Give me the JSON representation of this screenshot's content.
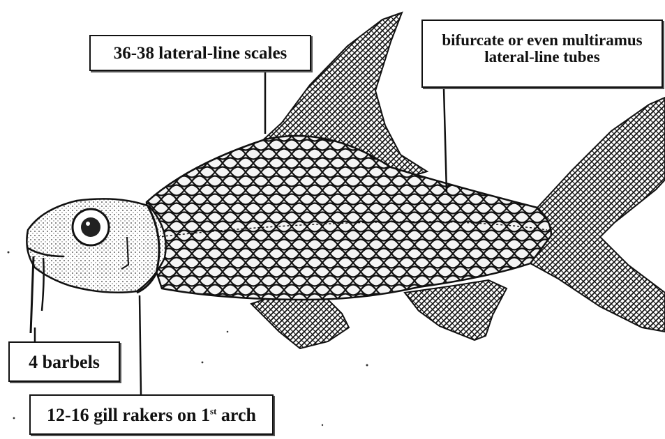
{
  "labels": {
    "scales": "36-38 lateral-line scales",
    "tubes_line1": "bifurcate or even multiramus",
    "tubes_line2": "lateral-line tubes",
    "barbels": "4 barbels",
    "rakers_prefix": "12-16 gill rakers on 1",
    "rakers_sup": "st",
    "rakers_suffix": " arch"
  },
  "colors": {
    "ink": "#111111",
    "background": "#ffffff",
    "scale_fill": "#f4f4f4"
  }
}
